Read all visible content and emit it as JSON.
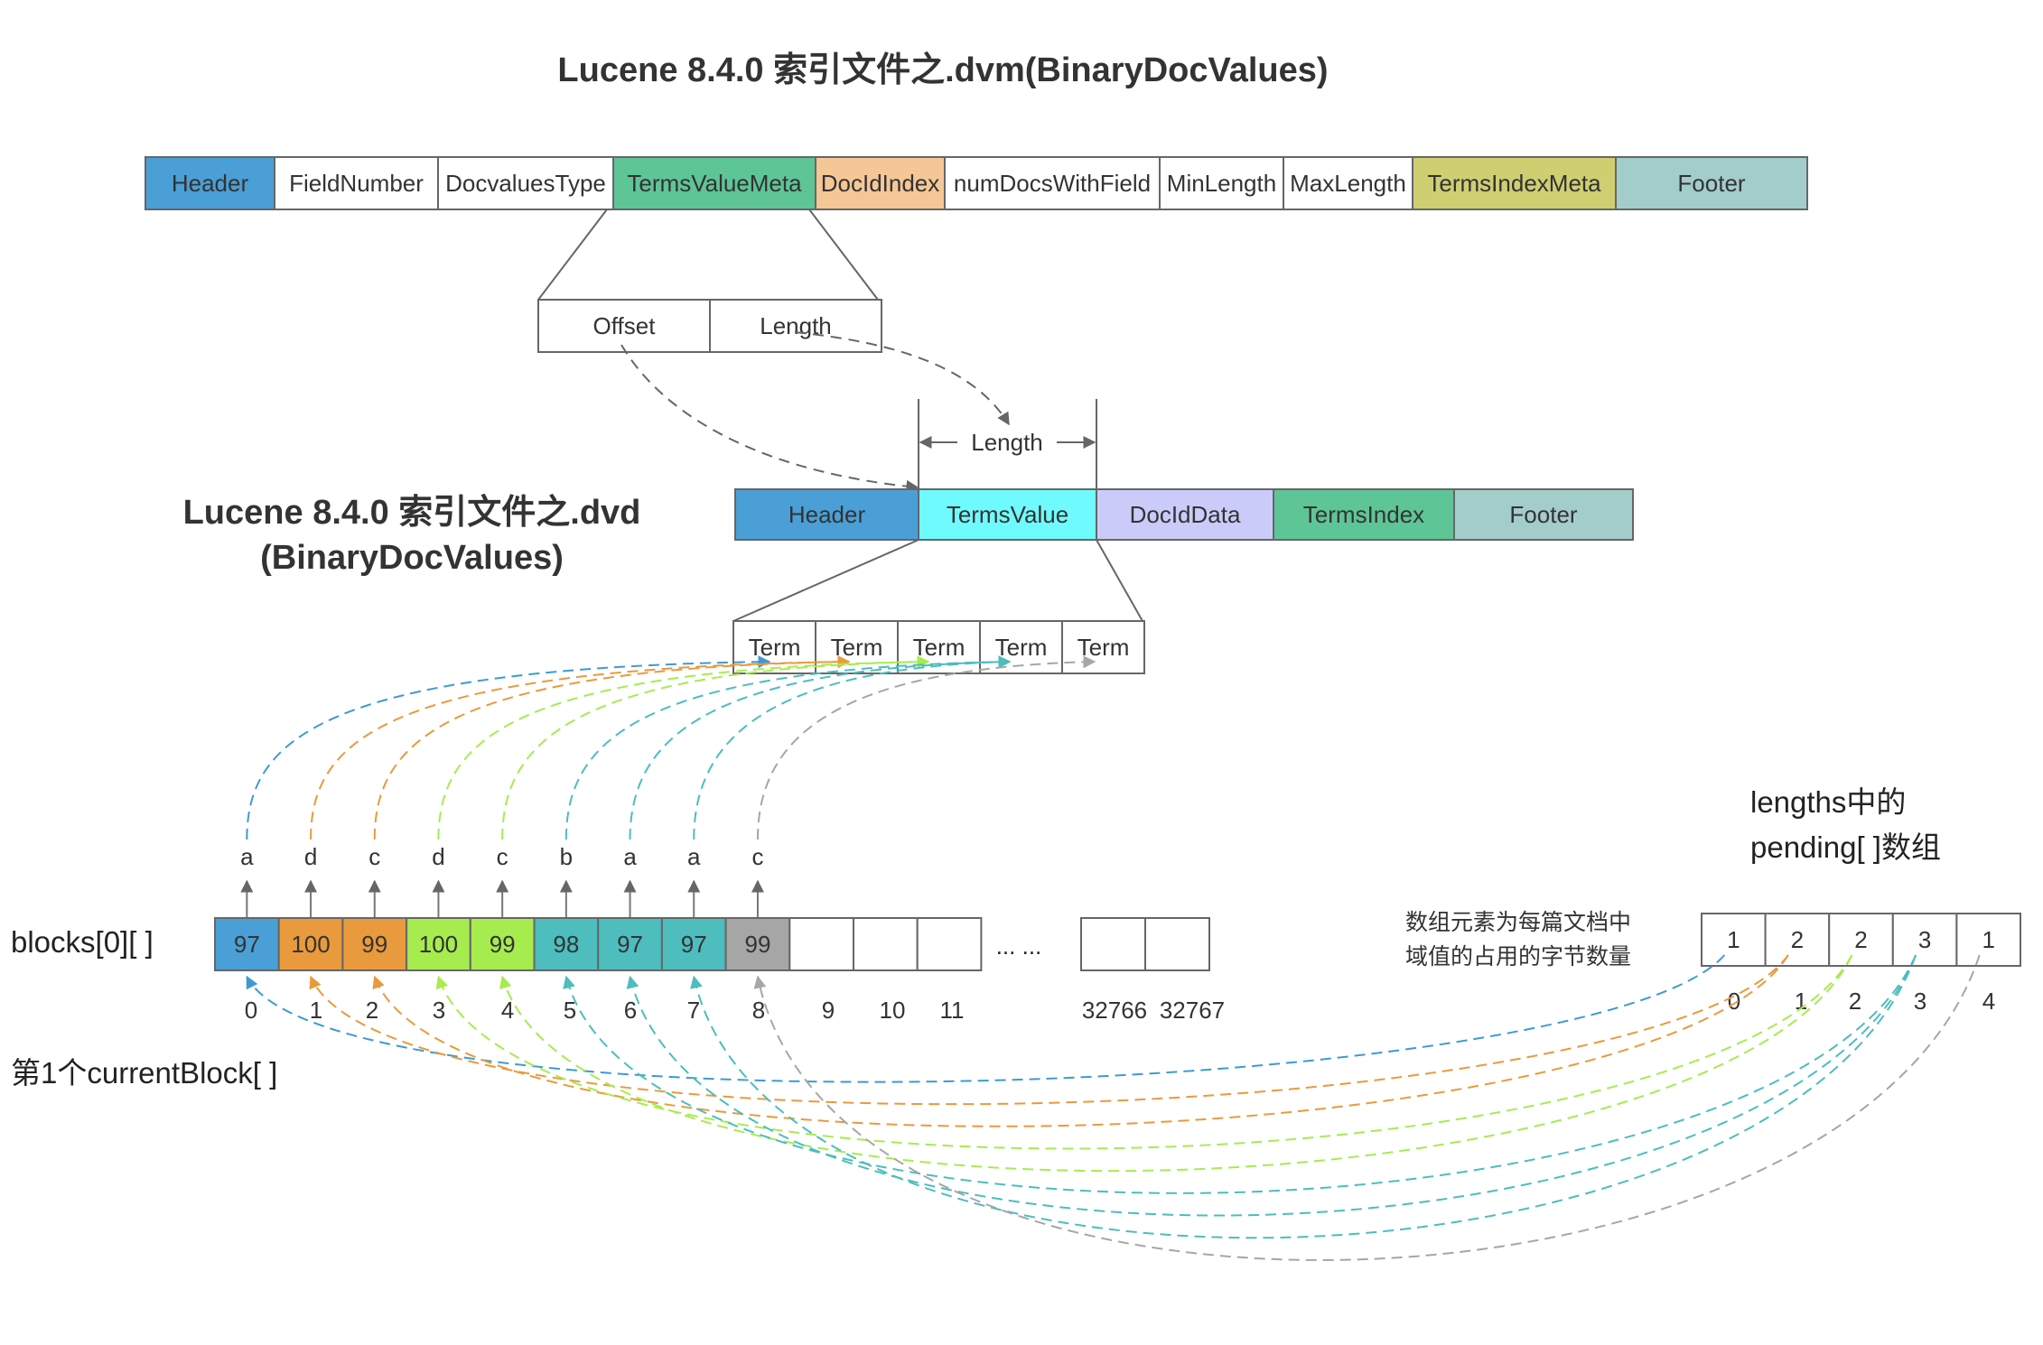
{
  "titles": {
    "dvm": "Lucene 8.4.0 索引文件之.dvm(BinaryDocValues)",
    "dvd_line1": "Lucene 8.4.0 索引文件之.dvd",
    "dvd_line2": "(BinaryDocValues)"
  },
  "dvm_fields": [
    {
      "label": "Header",
      "color": "#4a9fd6"
    },
    {
      "label": "FieldNumber",
      "color": "#ffffff"
    },
    {
      "label": "DocvaluesType",
      "color": "#ffffff"
    },
    {
      "label": "TermsValueMeta",
      "color": "#5ec596"
    },
    {
      "label": "DocIdIndex",
      "color": "#f5c796"
    },
    {
      "label": "numDocsWithField",
      "color": "#ffffff"
    },
    {
      "label": "MinLength",
      "color": "#ffffff"
    },
    {
      "label": "MaxLength",
      "color": "#ffffff"
    },
    {
      "label": "TermsIndexMeta",
      "color": "#cfcf72"
    },
    {
      "label": "Footer",
      "color": "#a3cdcb"
    }
  ],
  "terms_value_meta": [
    "Offset",
    "Length"
  ],
  "length_span_label": "Length",
  "dvd_fields": [
    {
      "label": "Header",
      "color": "#4a9fd6"
    },
    {
      "label": "TermsValue",
      "color": "#6ffbfd"
    },
    {
      "label": "DocIdData",
      "color": "#cacbf8"
    },
    {
      "label": "TermsIndex",
      "color": "#5ec596"
    },
    {
      "label": "Footer",
      "color": "#a3cdcb"
    }
  ],
  "terms": [
    "Term",
    "Term",
    "Term",
    "Term",
    "Term"
  ],
  "letters": [
    "a",
    "d",
    "c",
    "d",
    "c",
    "b",
    "a",
    "a",
    "c"
  ],
  "blocks_label": "blocks[0][ ]",
  "block_values": [
    {
      "value": "97",
      "color": "#4a9fd6"
    },
    {
      "value": "100",
      "color": "#e99a3c"
    },
    {
      "value": "99",
      "color": "#e99a3c"
    },
    {
      "value": "100",
      "color": "#a6ec4f"
    },
    {
      "value": "99",
      "color": "#a6ec4f"
    },
    {
      "value": "98",
      "color": "#4dbdbe"
    },
    {
      "value": "97",
      "color": "#4dbdbe"
    },
    {
      "value": "97",
      "color": "#4dbdbe"
    },
    {
      "value": "99",
      "color": "#a6a6a6"
    }
  ],
  "block_indices": [
    "0",
    "1",
    "2",
    "3",
    "4",
    "5",
    "6",
    "7",
    "8",
    "9",
    "10",
    "11"
  ],
  "ellipsis": "... ...",
  "tail_indices": [
    "32766",
    "32767"
  ],
  "current_block_label": "第1个currentBlock[ ]",
  "pending": {
    "title_line1": "lengths中的",
    "title_line2": "pending[ ]数组",
    "desc_line1": "数组元素为每篇文档中",
    "desc_line2": "域值的占用的字节数量",
    "values": [
      "1",
      "2",
      "2",
      "3",
      "1"
    ],
    "indices": [
      "0",
      "1",
      "2",
      "3",
      "4"
    ]
  },
  "group_colors": [
    "#3d9bd1",
    "#e99a3c",
    "#a6ec4f",
    "#4dbdbe",
    "#a6a6a6"
  ]
}
